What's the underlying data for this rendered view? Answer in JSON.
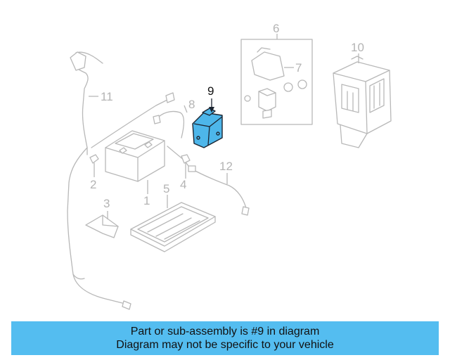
{
  "diagram": {
    "callouts": [
      "1",
      "2",
      "3",
      "4",
      "5",
      "6",
      "7",
      "8",
      "9",
      "10",
      "11",
      "12"
    ],
    "highlighted_part": "9",
    "highlight_color": "#4db6ea",
    "part_line_color": "#b8b8b8"
  },
  "banner": {
    "line1": "Part or sub-assembly is #9 in diagram",
    "line2": "Diagram may not be specific to your vehicle",
    "background": "#54bdf0"
  }
}
